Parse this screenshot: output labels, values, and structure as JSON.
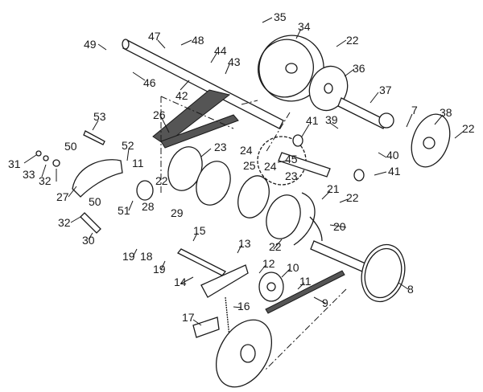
{
  "diagram": {
    "type": "exploded parts diagram",
    "labels": [
      "35",
      "34",
      "22",
      "49",
      "47",
      "48",
      "44",
      "43",
      "36",
      "46",
      "42",
      "37",
      "26",
      "41",
      "39",
      "7",
      "38",
      "22",
      "53",
      "50",
      "52",
      "11",
      "23",
      "24",
      "24",
      "25",
      "45",
      "40",
      "41",
      "31",
      "33",
      "32",
      "27",
      "22",
      "50",
      "51",
      "28",
      "29",
      "23",
      "21",
      "22",
      "20",
      "32",
      "30",
      "22",
      "15",
      "13",
      "19",
      "18",
      "19",
      "12",
      "10",
      "14",
      "11",
      "9",
      "8",
      "16",
      "17"
    ]
  }
}
